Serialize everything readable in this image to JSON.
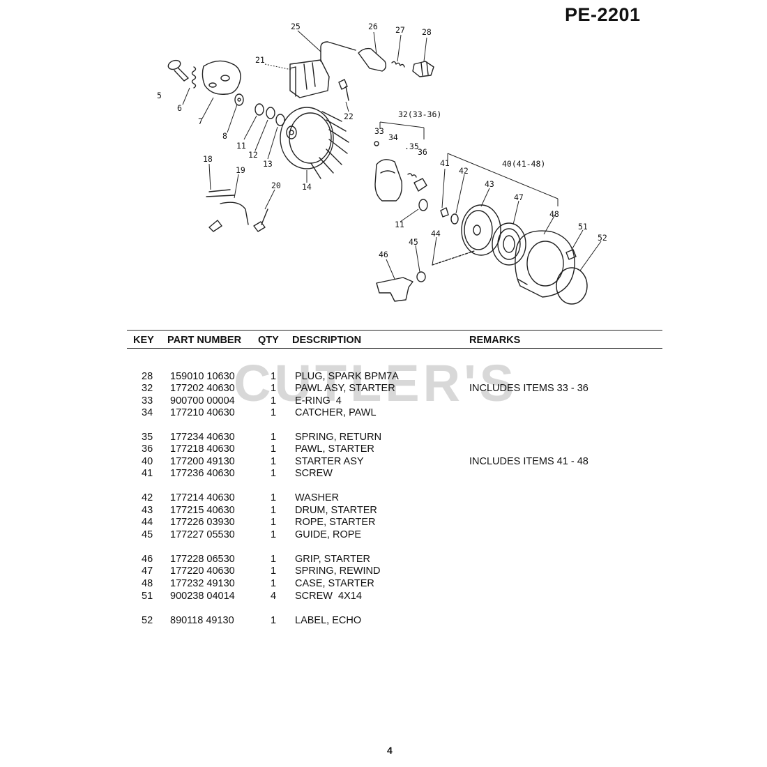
{
  "header": {
    "model_code": "PE-2201"
  },
  "watermark": {
    "text": "CUTLER'S"
  },
  "diagram": {
    "callouts": [
      "25",
      "26",
      "27",
      "28",
      "21",
      "5",
      "6",
      "7",
      "8",
      "11",
      "12",
      "13",
      "14",
      "22",
      "18",
      "19",
      "20",
      "32(33-36)",
      "33",
      "34",
      ".35",
      "36",
      "41",
      "42",
      "43",
      "40(41-48)",
      "47",
      "48",
      "51",
      "52",
      "11",
      "46",
      "45",
      "44"
    ]
  },
  "table": {
    "headers": {
      "key": "KEY",
      "part_number": "PART NUMBER",
      "qty": "QTY",
      "description": "DESCRIPTION",
      "remarks": "REMARKS"
    },
    "rows": [
      {
        "key": "28",
        "part_number": "159010 10630",
        "qty": "1",
        "description": "PLUG, SPARK BPM7A",
        "remarks": ""
      },
      {
        "key": "32",
        "part_number": "177202 40630",
        "qty": "1",
        "description": "PAWL ASY, STARTER",
        "remarks": "INCLUDES ITEMS 33 - 36"
      },
      {
        "key": "33",
        "part_number": "900700 00004",
        "qty": "1",
        "description": "E-RING  4",
        "remarks": ""
      },
      {
        "key": "34",
        "part_number": "177210 40630",
        "qty": "1",
        "description": "CATCHER, PAWL",
        "remarks": ""
      },
      {
        "key": "35",
        "part_number": "177234 40630",
        "qty": "1",
        "description": "SPRING, RETURN",
        "remarks": ""
      },
      {
        "key": "36",
        "part_number": "177218 40630",
        "qty": "1",
        "description": "PAWL, STARTER",
        "remarks": ""
      },
      {
        "key": "40",
        "part_number": "177200 49130",
        "qty": "1",
        "description": "STARTER ASY",
        "remarks": "INCLUDES ITEMS 41 - 48"
      },
      {
        "key": "41",
        "part_number": "177236 40630",
        "qty": "1",
        "description": "SCREW",
        "remarks": ""
      },
      {
        "key": "42",
        "part_number": "177214 40630",
        "qty": "1",
        "description": "WASHER",
        "remarks": ""
      },
      {
        "key": "43",
        "part_number": "177215 40630",
        "qty": "1",
        "description": "DRUM, STARTER",
        "remarks": ""
      },
      {
        "key": "44",
        "part_number": "177226 03930",
        "qty": "1",
        "description": "ROPE, STARTER",
        "remarks": ""
      },
      {
        "key": "45",
        "part_number": "177227 05530",
        "qty": "1",
        "description": "GUIDE, ROPE",
        "remarks": ""
      },
      {
        "key": "46",
        "part_number": "177228 06530",
        "qty": "1",
        "description": "GRIP, STARTER",
        "remarks": ""
      },
      {
        "key": "47",
        "part_number": "177220 40630",
        "qty": "1",
        "description": "SPRING, REWIND",
        "remarks": ""
      },
      {
        "key": "48",
        "part_number": "177232 49130",
        "qty": "1",
        "description": "CASE, STARTER",
        "remarks": ""
      },
      {
        "key": "51",
        "part_number": "900238 04014",
        "qty": "4",
        "description": "SCREW  4X14",
        "remarks": ""
      },
      {
        "key": "52",
        "part_number": "890118 49130",
        "qty": "1",
        "description": "LABEL, ECHO",
        "remarks": ""
      }
    ]
  },
  "footer": {
    "page_number": "4"
  }
}
